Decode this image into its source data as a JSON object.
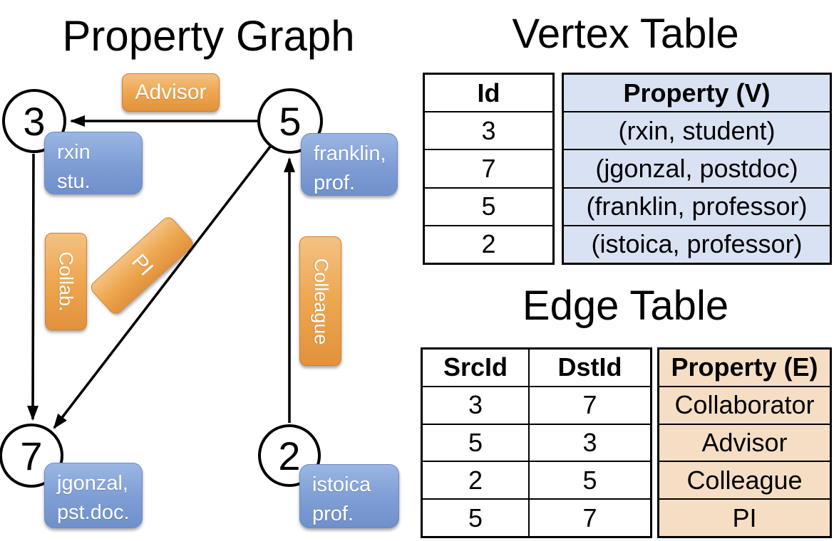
{
  "graph": {
    "title": "Property Graph",
    "nodes": [
      {
        "id": "3",
        "property_line1": "rxin",
        "property_line2": "stu."
      },
      {
        "id": "5",
        "property_line1": "franklin,",
        "property_line2": "prof."
      },
      {
        "id": "7",
        "property_line1": "jgonzal,",
        "property_line2": "pst.doc."
      },
      {
        "id": "2",
        "property_line1": "istoica",
        "property_line2": "prof."
      }
    ],
    "edge_labels": [
      {
        "label": "Advisor"
      },
      {
        "label": "Collab."
      },
      {
        "label": "PI"
      },
      {
        "label": "Colleague"
      }
    ],
    "edges": [
      {
        "src": "5",
        "dst": "3",
        "label": "Advisor"
      },
      {
        "src": "3",
        "dst": "7",
        "label": "Collab."
      },
      {
        "src": "5",
        "dst": "7",
        "label": "PI"
      },
      {
        "src": "2",
        "dst": "5",
        "label": "Colleague"
      }
    ]
  },
  "vertex_table": {
    "title": "Vertex Table",
    "columns": [
      "Id",
      "Property (V)"
    ],
    "rows": [
      [
        "3",
        "(rxin, student)"
      ],
      [
        "7",
        "(jgonzal, postdoc)"
      ],
      [
        "5",
        "(franklin, professor)"
      ],
      [
        "2",
        "(istoica, professor)"
      ]
    ]
  },
  "edge_table": {
    "title": "Edge Table",
    "columns": [
      "SrcId",
      "DstId",
      "Property (E)"
    ],
    "rows": [
      [
        "3",
        "7",
        "Collaborator"
      ],
      [
        "5",
        "3",
        "Advisor"
      ],
      [
        "2",
        "5",
        "Colleague"
      ],
      [
        "5",
        "7",
        "PI"
      ]
    ]
  },
  "colors": {
    "edge_label_orange": "#eda74f",
    "vertex_label_blue": "#7e9dd4",
    "vertex_property_fill": "#d9e2f3",
    "edge_property_fill": "#f5dec3",
    "line_black": "#000000"
  }
}
